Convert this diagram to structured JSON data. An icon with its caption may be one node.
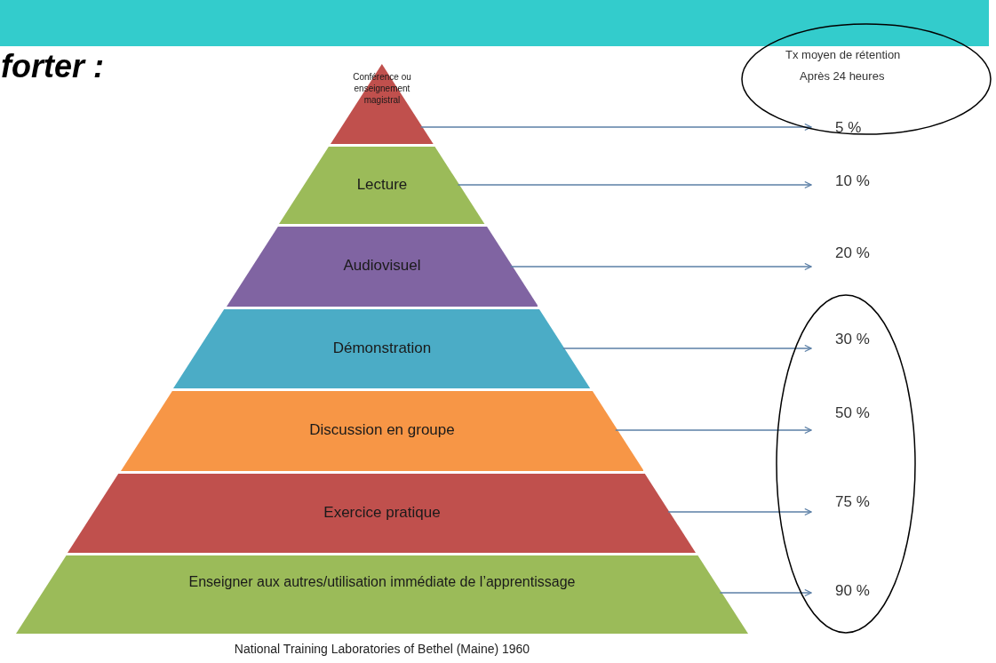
{
  "diagram": {
    "caption": "National Training Laboratories of Bethel (Maine) 1960",
    "nodes": [
      {
        "text": [
          "Conférence ou enseignement magistral"
        ]
      },
      {
        "text": [
          "Lecture"
        ]
      },
      {
        "text": [
          "Audiovisuel"
        ]
      },
      {
        "text": [
          "Démonstration"
        ]
      },
      {
        "text": [
          "Discussion en groupe"
        ]
      },
      {
        "text": [
          "Exercice pratique"
        ]
      },
      {
        "text": [
          "Enseigner aux autres/utilisation immédiate de l’apprentissage"
        ]
      },
      {
        "text": [
          "5 %"
        ]
      },
      {
        "text": [
          "10 %"
        ]
      },
      {
        "text": [
          "20 %"
        ]
      },
      {
        "text": [
          "30 %"
        ]
      },
      {
        "text": [
          "50 %"
        ]
      },
      {
        "text": [
          "75 %"
        ]
      },
      {
        "text": [
          "90 %"
        ]
      }
    ],
    "edges": [
      {
        "from": 0,
        "to": 7,
        "arrow": "to"
      },
      {
        "from": 1,
        "to": 8,
        "arrow": "to"
      },
      {
        "from": 2,
        "to": 9,
        "arrow": "to"
      },
      {
        "from": 3,
        "to": 10,
        "arrow": "to"
      },
      {
        "from": 4,
        "to": 11,
        "arrow": "to"
      },
      {
        "from": 5,
        "to": 12,
        "arrow": "to"
      },
      {
        "from": 6,
        "to": 13,
        "arrow": "to"
      }
    ],
    "labels": [
      "forter :",
      "Tx moyen de rétention",
      "Après 24 heures"
    ]
  }
}
